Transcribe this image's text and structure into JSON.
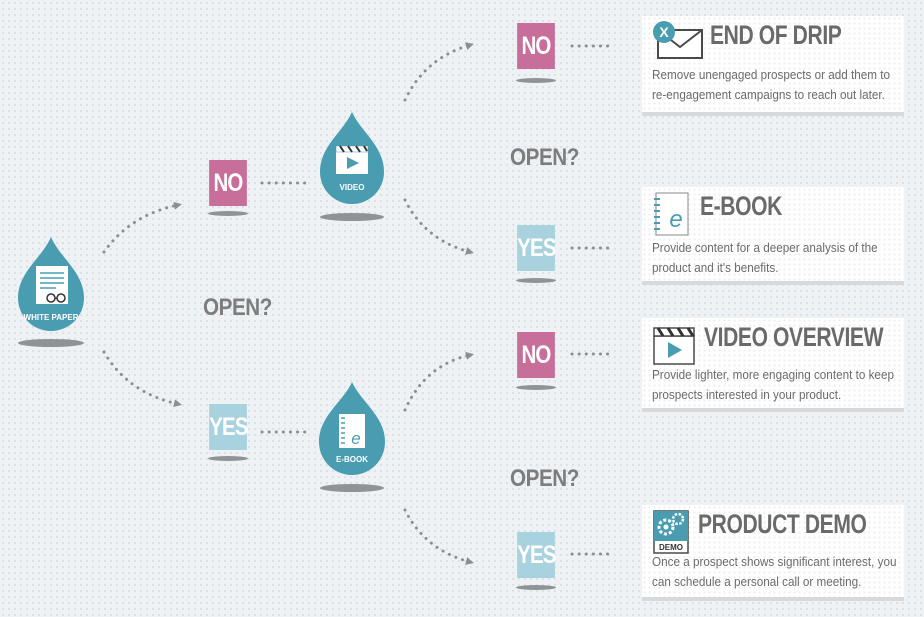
{
  "drops": {
    "white_paper": "WHITE PAPER",
    "video": "VIDEO",
    "ebook": "E-BOOK"
  },
  "decisions": {
    "no": "NO",
    "yes": "YES",
    "open": "OPEN?"
  },
  "cards": {
    "end_of_drip": {
      "title": "END OF DRIP",
      "line1": "Remove unengaged prospects or add them to",
      "line2": "re-engagement campaigns to reach out later."
    },
    "ebook": {
      "title": "E-BOOK",
      "line1": "Provide content for a deeper analysis of the",
      "line2": "product and it's benefits."
    },
    "video_overview": {
      "title": "VIDEO OVERVIEW",
      "line1": "Provide lighter, more engaging content to keep",
      "line2": "prospects interested in your product."
    },
    "product_demo": {
      "title": "PRODUCT DEMO",
      "line1": "Once a prospect shows significant interest, you",
      "line2": "can schedule a personal call or meeting.",
      "icon_label": "DEMO"
    }
  },
  "icons": {
    "close_mark": "X",
    "ebook_letter": "e"
  },
  "colors": {
    "drop": "#4a9db1",
    "no_box": "#c76e9b",
    "yes_box": "#a8d2de",
    "text_gray": "#6a6a6a",
    "connector": "#8a8f92"
  }
}
